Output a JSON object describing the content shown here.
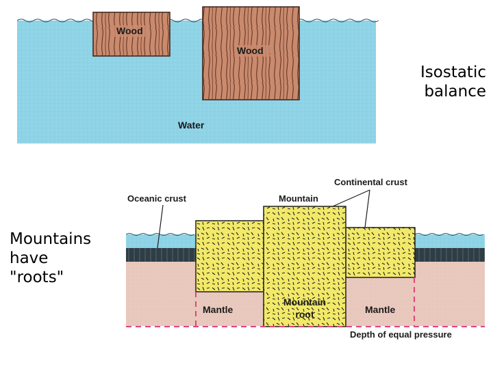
{
  "top_diagram": {
    "blocks": [
      "Wood",
      "Wood"
    ],
    "medium": "Water",
    "caption": "Isostatic\nbalance"
  },
  "bottom_diagram": {
    "caption": "Mountains\nhave\n\"roots\"",
    "labels": {
      "oceanic_crust": "Oceanic crust",
      "mountain": "Mountain",
      "continental_crust": "Continental crust",
      "mantle_left": "Mantle",
      "mantle_right": "Mantle",
      "mountain_root_line1": "Mountain",
      "mountain_root_line2": "root",
      "depth": "Depth of equal pressure"
    }
  },
  "colors": {
    "water": "#8fd3e6",
    "wood": "#c98a6e",
    "crust": "#f2e96a",
    "mantle": "#e9c8be",
    "oceanic": "#2f3d45",
    "dash": "#e0457a"
  }
}
